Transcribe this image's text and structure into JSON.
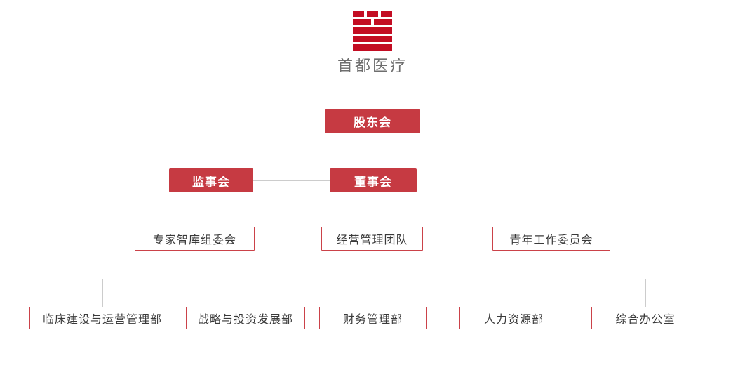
{
  "brand": {
    "name": "首都医疗"
  },
  "colors": {
    "logo_red": "#C30D23",
    "node_red": "#C63A42",
    "node_border_red": "#CB4249",
    "line_gray": "#CCCCCC",
    "text_dark": "#3A3A3A",
    "logo_text_gray": "#6E6E6E"
  },
  "org_chart": {
    "root": {
      "label": "股东会",
      "style": "filled"
    },
    "level2": [
      {
        "label": "监事会",
        "style": "filled"
      },
      {
        "label": "董事会",
        "style": "filled"
      }
    ],
    "level3": [
      {
        "label": "专家智库组委会",
        "style": "outlined"
      },
      {
        "label": "经营管理团队",
        "style": "outlined"
      },
      {
        "label": "青年工作委员会",
        "style": "outlined"
      }
    ],
    "departments": [
      {
        "label": "临床建设与运营管理部",
        "style": "outlined"
      },
      {
        "label": "战略与投资发展部",
        "style": "outlined"
      },
      {
        "label": "财务管理部",
        "style": "outlined"
      },
      {
        "label": "人力资源部",
        "style": "outlined"
      },
      {
        "label": "综合办公室",
        "style": "outlined"
      }
    ]
  }
}
